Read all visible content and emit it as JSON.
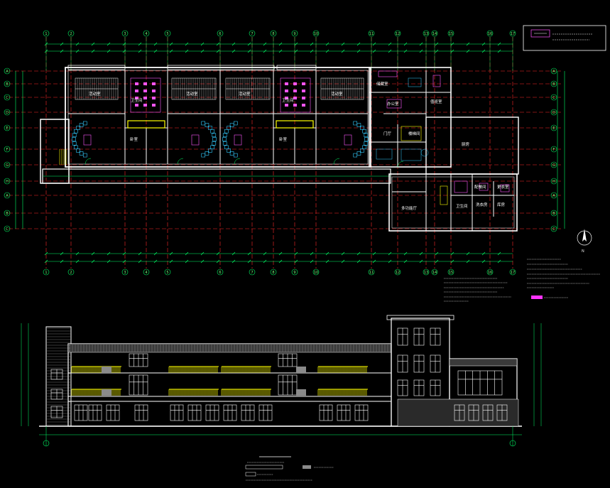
{
  "colors": {
    "background": "#000000",
    "wall": "#ffffff",
    "axis": "#ff2a2a",
    "dimension": "#00ff66",
    "furniture": "#ff55ff",
    "fixture": "#33ccff",
    "highlight": "#ffff00",
    "magenta_legend": "#ff33ff"
  },
  "title_block": {
    "line1": "",
    "line2": ""
  },
  "plan": {
    "top_axes": [
      "1",
      "2",
      "3",
      "4",
      "5",
      "6",
      "7",
      "8",
      "9",
      "10",
      "11",
      "12",
      "13",
      "14",
      "15",
      "16",
      "17"
    ],
    "left_axes": [
      "A",
      "B",
      "C",
      "D",
      "E",
      "F",
      "G",
      "H"
    ],
    "rooms": [
      {
        "label": "活动室"
      },
      {
        "label": "卧室"
      },
      {
        "label": "卫生间"
      },
      {
        "label": "活动室"
      },
      {
        "label": "活动室"
      },
      {
        "label": "卫生间"
      },
      {
        "label": "活动室"
      },
      {
        "label": "卧室"
      },
      {
        "label": "储藏室"
      },
      {
        "label": "办公室"
      },
      {
        "label": "门厅"
      },
      {
        "label": "楼梯间"
      },
      {
        "label": "值班室"
      },
      {
        "label": "厨房"
      },
      {
        "label": "卫生间"
      },
      {
        "label": "多功能厅"
      },
      {
        "label": "配餐间"
      },
      {
        "label": "更衣室"
      },
      {
        "label": "洗衣房"
      },
      {
        "label": "库房"
      }
    ]
  },
  "notes": {
    "lines": [
      "",
      "",
      "",
      "",
      "",
      ""
    ]
  },
  "elevation": {
    "title": "",
    "legend": [
      "",
      "",
      "",
      ""
    ]
  },
  "north_arrow": {
    "label": "N"
  }
}
